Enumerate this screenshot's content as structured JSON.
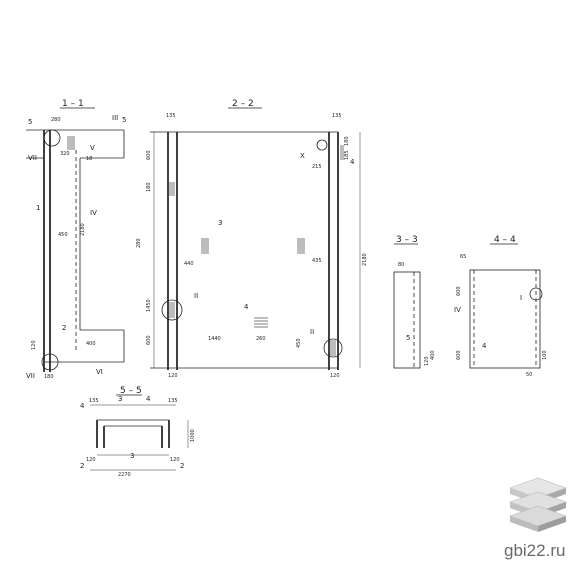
{
  "sections": {
    "s11": "1 – 1",
    "s22": "2 – 2",
    "s33": "3 – 3",
    "s44": "4 – 4",
    "s55": "5 – 5"
  },
  "callouts": {
    "n1": "1",
    "n2": "2",
    "n3": "3",
    "n4": "4",
    "n5": "5",
    "r1": "I",
    "r2": "II",
    "r3": "III",
    "r4": "IV",
    "r5": "V",
    "r6": "VI",
    "r7": "VII",
    "r8": "X"
  },
  "dims_11": {
    "a": "280",
    "b": "320",
    "c": "450",
    "d": "2180",
    "e": "18",
    "f": "400",
    "g": "120",
    "h": "180"
  },
  "dims_22": {
    "a": "135",
    "b": "600",
    "c": "180",
    "d": "2180",
    "e": "280",
    "f": "440",
    "g": "1450",
    "h": "600",
    "i": "1440",
    "j": "260",
    "k": "435",
    "l": "450",
    "m": "215",
    "n": "180",
    "o": "185",
    "p": "120"
  },
  "dims_33": {
    "a": "80",
    "b": "120",
    "c": "400"
  },
  "dims_44": {
    "a": "65",
    "b": "600",
    "c": "600",
    "d": "50",
    "e": "100"
  },
  "dims_55": {
    "a": "135",
    "b": "135",
    "c": "2270",
    "d": "1000",
    "e": "120",
    "f": "120"
  },
  "watermark": "gbi22.ru",
  "logo_icon": "stacked-slabs-icon"
}
